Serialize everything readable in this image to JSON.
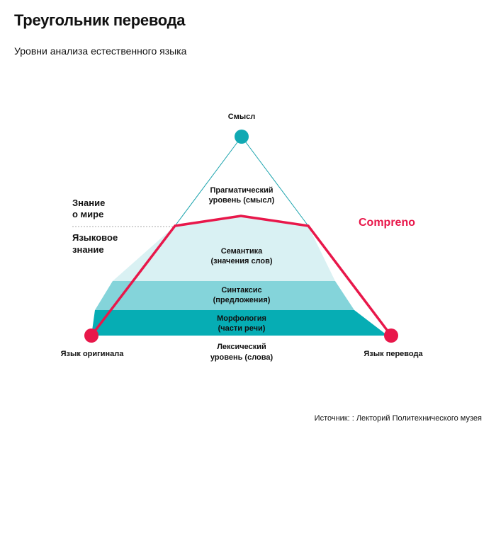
{
  "title": "Треугольник перевода",
  "subtitle": "Уровни анализа естественного языка",
  "source": "Источник: : Лекторий Политехнического музея",
  "colors": {
    "triangle_line": "#1aa3ad",
    "semantics_fill": "#d9f1f3",
    "syntax_fill": "#84d4da",
    "morphology_fill": "#06adb4",
    "accent": "#e8174a",
    "apex_dot": "#10a9b3",
    "divider": "#aaaaaa"
  },
  "diagram": {
    "apex_label": "Смысл",
    "left_label": "Язык оригинала",
    "right_label": "Язык перевода",
    "pragmatic": [
      "Прагматический",
      "уровень (смысл)"
    ],
    "semantics": [
      "Семантика",
      "(значения слов)"
    ],
    "syntax": [
      "Синтаксис",
      "(предложения)"
    ],
    "morphology": [
      "Морфология",
      "(части речи)"
    ],
    "lexical": [
      "Лексический",
      "уровень (слова)"
    ],
    "world_knowledge": [
      "Знание",
      "о мире"
    ],
    "language_knowledge": [
      "Языковое",
      "знание"
    ],
    "brand": "Compreno"
  }
}
